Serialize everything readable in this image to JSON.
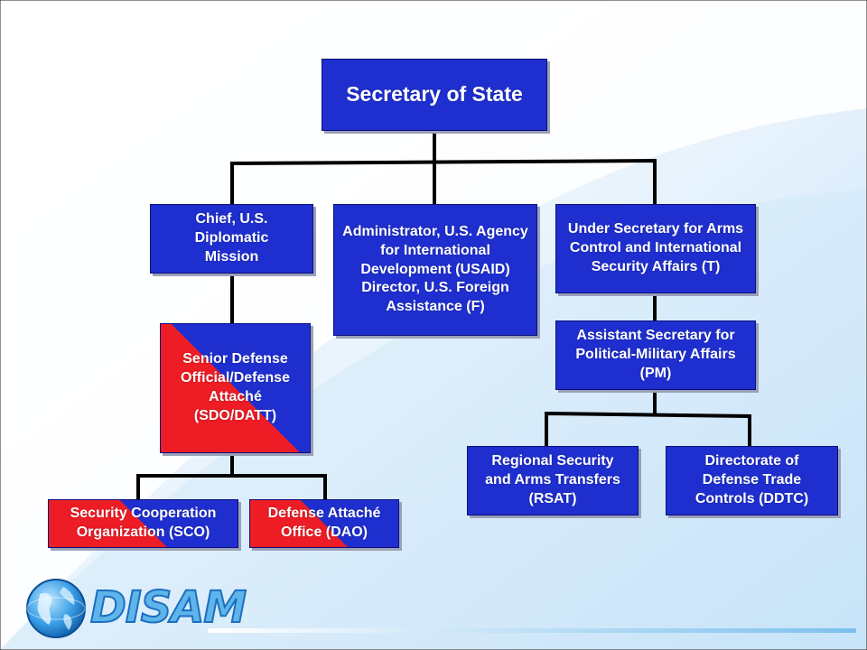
{
  "colors": {
    "node_blue": "#1f2fcf",
    "node_red": "#ee1c25",
    "connector": "#000000",
    "accent_light_blue": "#cfe6f8"
  },
  "nodes": {
    "secretary_of_state": "Secretary of State",
    "chief_of_mission": "Chief, U.S. Diplomatic Mission",
    "usaid": "Administrator, U.S. Agency for International Development (USAID) Director, U.S. Foreign Assistance (F)",
    "under_secretary": "Under Secretary for Arms Control and International Security Affairs (T)",
    "sdo_datt": "Senior Defense Official/Defense Attaché (SDO/DATT)",
    "assistant_secretary": "Assistant Secretary for Political-Military Affairs (PM)",
    "sco": "Security Cooperation Organization (SCO)",
    "dao": "Defense Attaché Office (DAO)",
    "rsat": "Regional Security and Arms Transfers (RSAT)",
    "ddtc": "Directorate of Defense Trade Controls (DDTC)"
  },
  "logo": {
    "text": "DISAM",
    "icon": "globe-icon"
  }
}
